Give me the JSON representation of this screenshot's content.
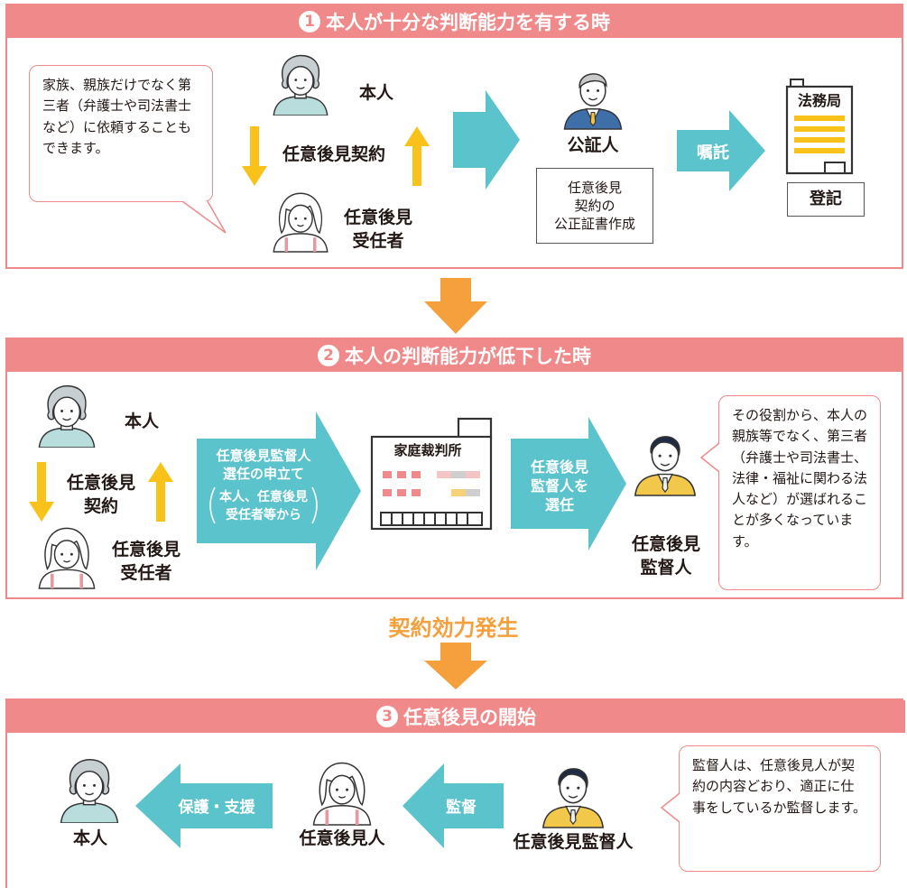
{
  "section1": {
    "number": "1",
    "title": "本人が十分な判断能力を有する時",
    "bubble": "家族、親族だけでなく第三者（弁護士や司法書士など）に依頼することもできます。",
    "honnin": "本人",
    "contract": "任意後見契約",
    "jyunin_l1": "任意後見",
    "jyunin_l2": "受任者",
    "notary": "公証人",
    "notary_box_l1": "任意後見",
    "notary_box_l2": "契約の",
    "notary_box_l3": "公正証書作成",
    "commission": "嘱託",
    "legal_bureau": "法務局",
    "registration": "登記"
  },
  "section2": {
    "number": "2",
    "title": "本人の判断能力が低下した時",
    "honnin": "本人",
    "contract_l1": "任意後見",
    "contract_l2": "契約",
    "jyunin_l1": "任意後見",
    "jyunin_l2": "受任者",
    "petition_l1": "任意後見監督人",
    "petition_l2": "選任の申立て",
    "petition_l3": "本人、任意後見",
    "petition_l4": "受任者等から",
    "court": "家庭裁判所",
    "appoint_l1": "任意後見",
    "appoint_l2": "監督人を",
    "appoint_l3": "選任",
    "supervisor_l1": "任意後見",
    "supervisor_l2": "監督人",
    "bubble": "その役割から、本人の親族等でなく、第三者（弁護士や司法書士、法律・福祉に関わる法人など）が選ばれることが多くなっています。"
  },
  "effect": "契約効力発生",
  "section3": {
    "number": "3",
    "title": "任意後見の開始",
    "honnin": "本人",
    "guardian": "任意後見人",
    "supervisor": "任意後見監督人",
    "protect": "保護・支援",
    "supervise": "監督",
    "bubble": "監督人は、任意後見人が契約の内容どおり、適正に仕事をしているか監督します。"
  },
  "colors": {
    "header": "#f08a8a",
    "teal": "#5bc3cc",
    "orange": "#f5a03c",
    "yellow": "#f8c21a"
  },
  "icons": [
    "elderly-woman-icon",
    "young-woman-icon",
    "notary-man-icon",
    "supervisor-man-icon",
    "legal-bureau-building-icon",
    "court-building-icon"
  ]
}
